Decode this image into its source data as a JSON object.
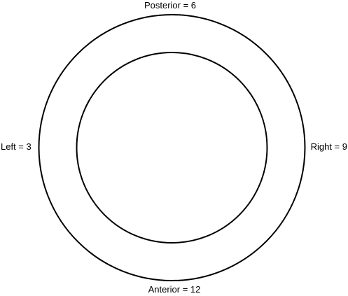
{
  "labels": {
    "posterior": "Posterior = 6",
    "left": "Left = 3",
    "right": "Right = 9",
    "anterior": "Anterior = 12"
  },
  "colors": {
    "stroke": "#000000",
    "background": "#ffffff",
    "text": "#000000"
  }
}
